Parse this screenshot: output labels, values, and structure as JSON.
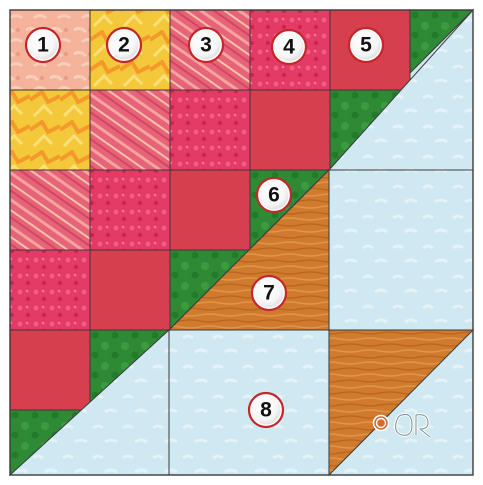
{
  "block": {
    "piece_numbers": [
      "1",
      "2",
      "3",
      "4",
      "5",
      "6",
      "7",
      "8"
    ]
  },
  "signature": {
    "text": "OR",
    "mark": "copyright-icon"
  }
}
